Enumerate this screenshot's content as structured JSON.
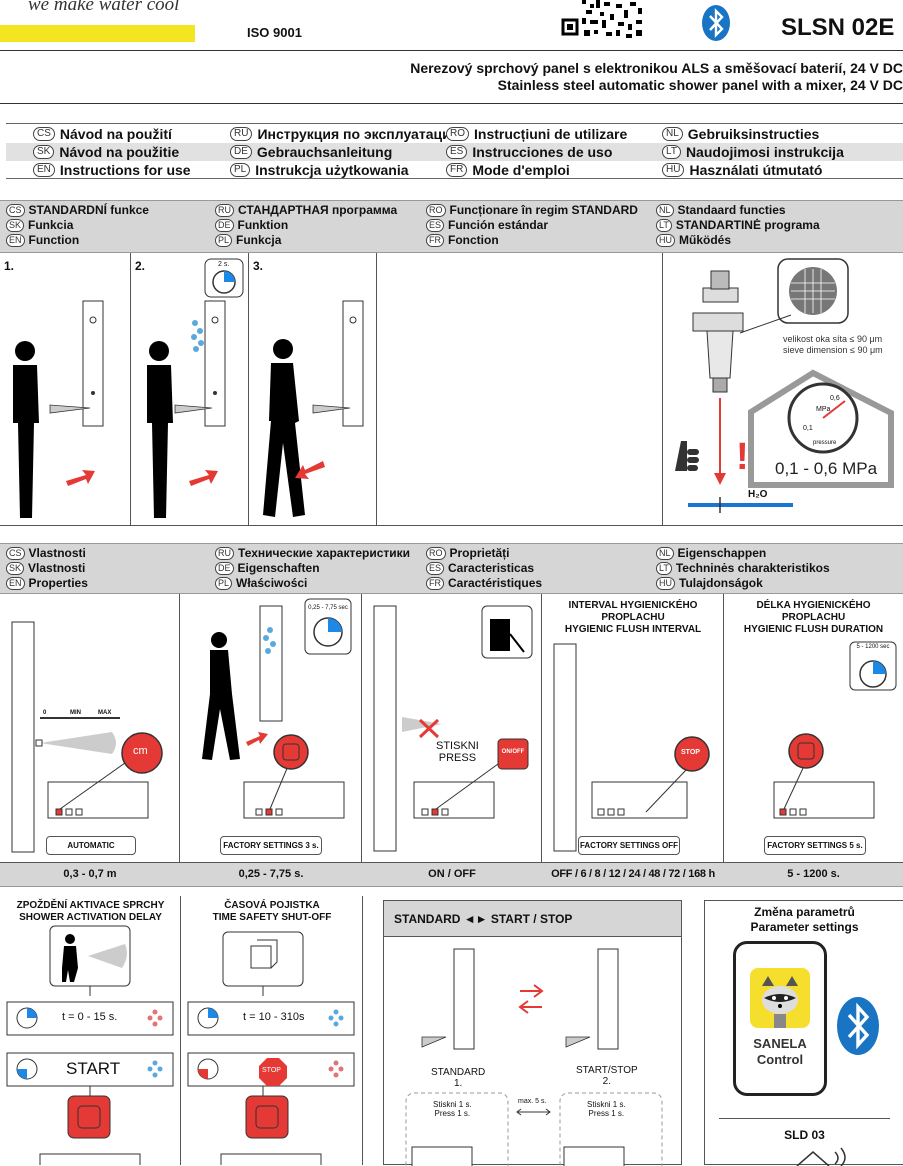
{
  "header": {
    "slogan": "we make water cool",
    "iso": "ISO 9001",
    "model": "SLSN 02E",
    "subtitle_cs": "Nerezový sprchový panel s elektronikou ALS a směšovací baterií, 24 V DC",
    "subtitle_en": "Stainless steel automatic shower panel with a mixer, 24 V DC"
  },
  "languages": {
    "rows": [
      [
        {
          "code": "CS",
          "label": "Návod na použití"
        },
        {
          "code": "RU",
          "label": "Инструкция по эксплуатации"
        },
        {
          "code": "RO",
          "label": "Instrucțiuni de utilizare"
        },
        {
          "code": "NL",
          "label": "Gebruiksinstructies"
        }
      ],
      [
        {
          "code": "SK",
          "label": "Návod na použitie"
        },
        {
          "code": "DE",
          "label": "Gebrauchsanleitung"
        },
        {
          "code": "ES",
          "label": "Instrucciones de uso"
        },
        {
          "code": "LT",
          "label": "Naudojimosi instrukcija"
        }
      ],
      [
        {
          "code": "EN",
          "label": "Instructions for use"
        },
        {
          "code": "PL",
          "label": "Instrukcja użytkowania"
        },
        {
          "code": "FR",
          "label": "Mode d'emploi"
        },
        {
          "code": "HU",
          "label": "Használati útmutató"
        }
      ]
    ]
  },
  "function_section": {
    "rows": [
      [
        {
          "code": "CS",
          "label": "STANDARDNÍ funkce"
        },
        {
          "code": "RU",
          "label": "СТАНДАРТНАЯ программа"
        },
        {
          "code": "RO",
          "label": "Funcționare în regim STANDARD"
        },
        {
          "code": "NL",
          "label": "Standaard functies"
        }
      ],
      [
        {
          "code": "SK",
          "label": "Funkcia"
        },
        {
          "code": "DE",
          "label": "Funktion"
        },
        {
          "code": "ES",
          "label": "Función estándar"
        },
        {
          "code": "LT",
          "label": "STANDARTINĖ programa"
        }
      ],
      [
        {
          "code": "EN",
          "label": "Function"
        },
        {
          "code": "PL",
          "label": "Funkcja"
        },
        {
          "code": "FR",
          "label": "Fonction"
        },
        {
          "code": "HU",
          "label": "Működés"
        }
      ]
    ],
    "steps": [
      "1.",
      "2.",
      "3."
    ],
    "timer_label": "2 s."
  },
  "filter": {
    "sieve_cs": "velikost oka síta ≤ 90 μm",
    "sieve_en": "sieve dimension ≤ 90 μm",
    "gauge_unit": "MPa",
    "gauge_max": "0,6",
    "gauge_min": "0,1",
    "gauge_caption": "pressure",
    "pressure_range": "0,1 - 0,6 MPa",
    "water": "H₂O",
    "warning": "!"
  },
  "properties_section": {
    "rows": [
      [
        {
          "code": "CS",
          "label": "Vlastnosti"
        },
        {
          "code": "RU",
          "label": "Технические характеристики"
        },
        {
          "code": "RO",
          "label": "Proprietăți"
        },
        {
          "code": "NL",
          "label": "Eigenschappen"
        }
      ],
      [
        {
          "code": "SK",
          "label": "Vlastnosti"
        },
        {
          "code": "DE",
          "label": "Eigenschaften"
        },
        {
          "code": "ES",
          "label": "Caracteristicas"
        },
        {
          "code": "LT",
          "label": "Techninės charakteristikos"
        }
      ],
      [
        {
          "code": "EN",
          "label": "Properties"
        },
        {
          "code": "PL",
          "label": "Właściwości"
        },
        {
          "code": "FR",
          "label": "Caractéristiques"
        },
        {
          "code": "HU",
          "label": "Tulajdonságok"
        }
      ]
    ],
    "columns": [
      {
        "scale_0": "0",
        "scale_min": "MIN",
        "scale_max": "MAX",
        "button": "cm",
        "factory": "AUTOMATIC",
        "value": "0,3 - 0,7 m"
      },
      {
        "timer": "0,25 - 7,75 sec",
        "factory": "FACTORY SETTINGS 3 s.",
        "value": "0,25 - 7,75 s."
      },
      {
        "press_cs": "STISKNI",
        "press_en": "PRESS",
        "button": "ON/OFF",
        "value": "ON / OFF"
      },
      {
        "head_cs": "INTERVAL HYGIENICKÉHO PROPLACHU",
        "head_en": "HYGIENIC FLUSH INTERVAL",
        "button": "STOP",
        "factory": "FACTORY SETTINGS OFF",
        "value": "OFF / 6 / 8 / 12 / 24 / 48 / 72 / 168 h"
      },
      {
        "head_cs": "DÉLKA HYGIENICKÉHO PROPLACHU",
        "head_en": "HYGIENIC FLUSH DURATION",
        "timer": "5 - 1200 sec",
        "factory": "FACTORY SETTINGS 5 s.",
        "value": "5 - 1200 s."
      }
    ]
  },
  "bottom": {
    "delay": {
      "title_cs": "ZPOŽDĚNÍ AKTIVACE SPRCHY",
      "title_en": "SHOWER ACTIVATION DELAY",
      "row1": "t = 0 - 15 s.",
      "row2": "START"
    },
    "safety": {
      "title_cs": "ČASOVÁ POJISTKA",
      "title_en": "TIME SAFETY SHUT-OFF",
      "row1": "t = 10 - 310s",
      "row2": "STOP"
    },
    "mode": {
      "title": "STANDARD ◄► START / STOP",
      "left_label": "STANDARD",
      "left_num": "1.",
      "right_label": "START/STOP",
      "right_num": "2.",
      "left_press_cs": "Stiskni 1 s.",
      "left_press_en": "Press 1 s.",
      "right_press_cs": "Stiskni 1 s.",
      "right_press_en": "Press 1 s.",
      "max": "max. 5 s."
    },
    "params": {
      "title_cs": "Změna parametrů",
      "title_en": "Parameter settings",
      "app_line1": "SANELA",
      "app_line2": "Control",
      "device": "SLD 03"
    }
  }
}
